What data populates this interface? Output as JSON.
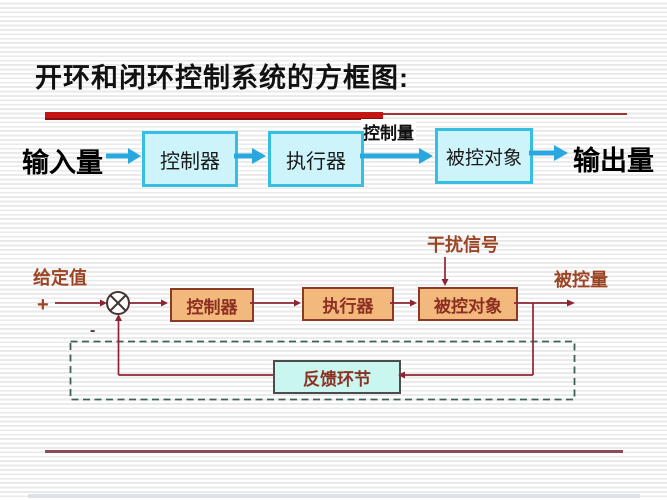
{
  "slide": {
    "title": "开环和闭环控制系统的方框图:",
    "open_loop": {
      "input_label": "输入量",
      "output_label": "输出量",
      "signal_label": "控制量",
      "blocks": [
        "控制器",
        "执行器",
        "被控对象"
      ]
    },
    "closed_loop": {
      "setpoint_label": "给定值",
      "plus_sign": "+",
      "minus_sign": "-",
      "disturbance_label": "干扰信号",
      "output_label": "被控量",
      "blocks": [
        "控制器",
        "执行器",
        "被控对象"
      ],
      "feedback_block": "反馈环节"
    },
    "colors": {
      "cyan_accent": "#36bfe3",
      "cyan_fill": "#cdf4fb",
      "orange_fill": "#f3b87c",
      "maroon_line": "#8e2433",
      "label_red": "#9c4526",
      "red_bar": "#c41414",
      "feedback_fill": "#c9f6ef",
      "dashed_box": "#3e6257"
    }
  }
}
